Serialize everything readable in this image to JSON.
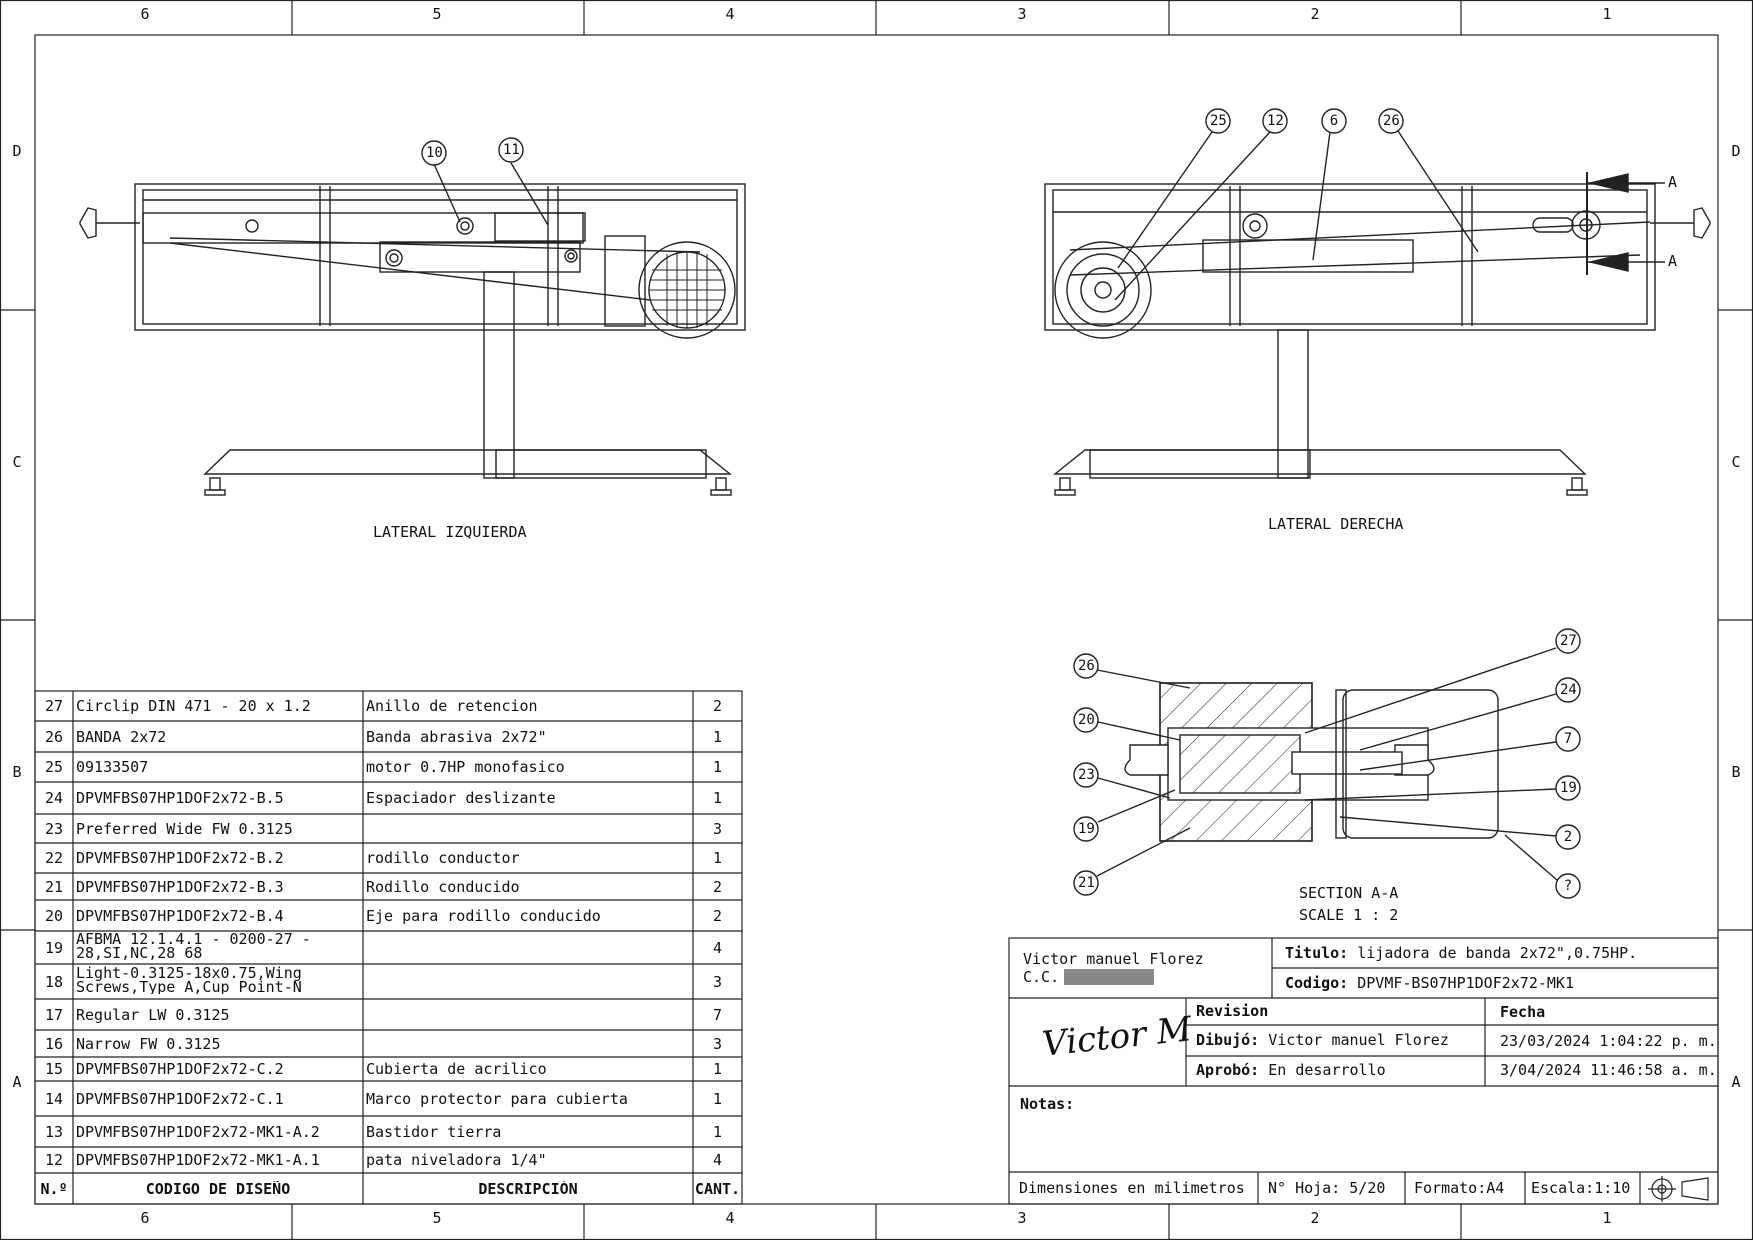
{
  "zones": {
    "columns": [
      "6",
      "5",
      "4",
      "3",
      "2",
      "1"
    ],
    "rows": [
      "D",
      "C",
      "B",
      "A"
    ]
  },
  "views": {
    "left_label": "LATERAL IZQUIERDA",
    "right_label": "LATERAL DERECHA",
    "section_title": "SECTION A-A",
    "section_scale": "SCALE 1 : 2",
    "section_marker": "A"
  },
  "balloons": {
    "left": [
      "10",
      "11"
    ],
    "right": [
      "25",
      "12",
      "6",
      "26"
    ],
    "section_left": [
      "26",
      "20",
      "23",
      "19",
      "21"
    ],
    "section_right": [
      "27",
      "24",
      "7",
      "19",
      "2",
      "?"
    ]
  },
  "bom": {
    "headers": [
      "N.º",
      "CODIGO DE DISEÑO",
      "DESCRIPCIÓN",
      "CANT."
    ],
    "rows": [
      {
        "n": "27",
        "code": "Circlip DIN 471 - 20 x 1.2",
        "desc": "Anillo de retencion",
        "qty": "2"
      },
      {
        "n": "26",
        "code": "BANDA 2x72",
        "desc": "Banda abrasiva 2x72\"",
        "qty": "1"
      },
      {
        "n": "25",
        "code": "09133507",
        "desc": "motor 0.7HP monofasico",
        "qty": "1"
      },
      {
        "n": "24",
        "code": "DPVMFBS07HP1DOF2x72-B.5",
        "desc": "Espaciador deslizante",
        "qty": "1"
      },
      {
        "n": "23",
        "code": "Preferred Wide FW 0.3125",
        "desc": "",
        "qty": "3"
      },
      {
        "n": "22",
        "code": "DPVMFBS07HP1DOF2x72-B.2",
        "desc": "rodillo conductor",
        "qty": "1"
      },
      {
        "n": "21",
        "code": "DPVMFBS07HP1DOF2x72-B.3",
        "desc": "Rodillo conducido",
        "qty": "2"
      },
      {
        "n": "20",
        "code": "DPVMFBS07HP1DOF2x72-B.4",
        "desc": "Eje para rodillo conducido",
        "qty": "2"
      },
      {
        "n": "19",
        "code": "AFBMA 12.1.4.1 - 0200-27 -\n28,SI,NC,28_68",
        "desc": "",
        "qty": "4"
      },
      {
        "n": "18",
        "code": "Light-0.3125-18x0.75,Wing\nScrews,Type A,Cup Point-N",
        "desc": "",
        "qty": "3"
      },
      {
        "n": "17",
        "code": "Regular LW 0.3125",
        "desc": "",
        "qty": "7"
      },
      {
        "n": "16",
        "code": "Narrow FW 0.3125",
        "desc": "",
        "qty": "3"
      },
      {
        "n": "15",
        "code": "DPVMFBS07HP1DOF2x72-C.2",
        "desc": "Cubierta de acrilico",
        "qty": "1"
      },
      {
        "n": "14",
        "code": "DPVMFBS07HP1DOF2x72-C.1",
        "desc": "Marco protector para cubierta",
        "qty": "1"
      },
      {
        "n": "13",
        "code": "DPVMFBS07HP1DOF2x72-MK1-A.2",
        "desc": "Bastidor tierra",
        "qty": "1"
      },
      {
        "n": "12",
        "code": "DPVMFBS07HP1DOF2x72-MK1-A.1",
        "desc": "pata niveladora 1/4\"",
        "qty": "4"
      }
    ]
  },
  "title_block": {
    "author_name": "Victor manuel Florez",
    "author_id_label": "C.C.",
    "signature": "Victor M",
    "title_label": "Titulo:",
    "title_value": "lijadora de banda 2x72\",0.75HP.",
    "code_label": "Codigo:",
    "code_value": "DPVMF-BS07HP1DOF2x72-MK1",
    "revision_label": "Revision",
    "date_label": "Fecha",
    "drew_label": "Dibujó:",
    "drew_value": "Victor manuel Florez",
    "drew_date": "23/03/2024 1:04:22 p. m.",
    "approved_label": "Aprobó:",
    "approved_value": "En desarrollo",
    "approved_date": "3/04/2024 11:46:58 a. m.",
    "notes_label": "Notas:",
    "units": "Dimensiones en milimetros",
    "sheet": "N° Hoja: 5/20",
    "format_label": "Formato:",
    "format_value": "A4",
    "scale_label": "Escala:",
    "scale_value": "1:10"
  }
}
